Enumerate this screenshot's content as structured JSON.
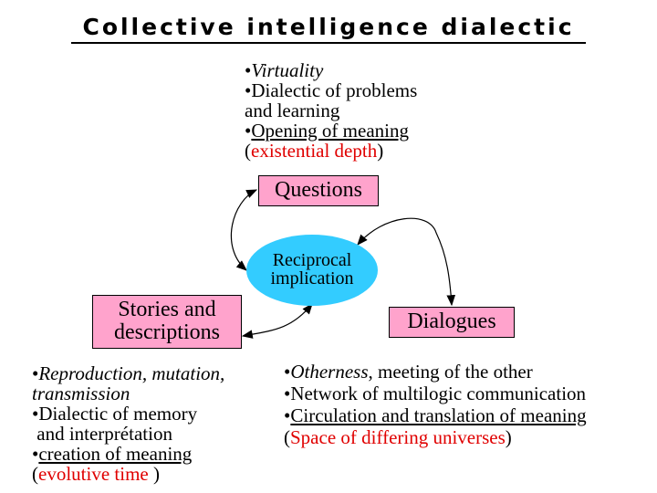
{
  "title": "Collective intelligence dialectic",
  "top_block": {
    "line1": "Virtuality",
    "line2": "Dialectic of problems",
    "line3": "and learning",
    "line4": "Opening of meaning",
    "line5": "existential depth"
  },
  "nodes": {
    "questions": "Questions",
    "center_line1": "Reciprocal",
    "center_line2": "implication",
    "stories_line1": "Stories and",
    "stories_line2": "descriptions",
    "dialogues": "Dialogues"
  },
  "left_block": {
    "line1": "Reproduction, mutation,",
    "line2": "transmission",
    "line3": "Dialectic of memory",
    "line4": "and interprétation",
    "line5": "creation of meaning",
    "line6": "evolutive time"
  },
  "right_block": {
    "line1_italic": "Otherness",
    "line1_rest": ", meeting of the other",
    "line2": "Network of multilogic communication",
    "line3": "Circulation and translation of meaning",
    "line4": "Space of differing universes"
  },
  "colors": {
    "box": "#ffa3cc",
    "ellipse": "#33ccff",
    "accent": "#e00000"
  }
}
